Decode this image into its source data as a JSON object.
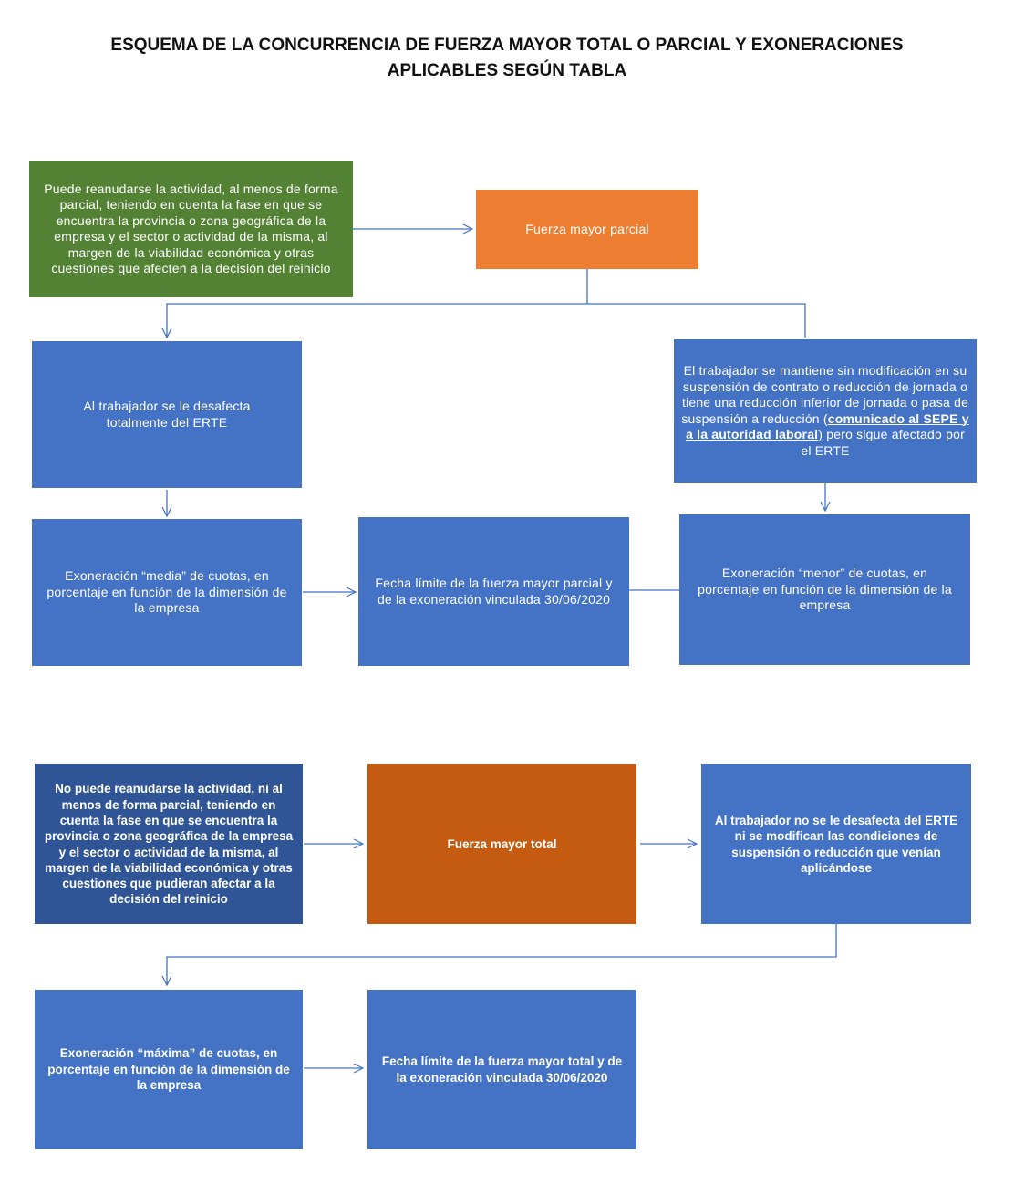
{
  "title": {
    "line1": "ESQUEMA DE LA CONCURRENCIA DE FUERZA MAYOR TOTAL O PARCIAL Y EXONERACIONES",
    "line2": "APLICABLES SEGÚN TABLA"
  },
  "colors": {
    "green": "#548235",
    "orange_light": "#ed7d31",
    "orange_dark": "#c55a11",
    "blue": "#4472c4",
    "blue_dark": "#2f5597",
    "arrow": "#4472c4"
  },
  "partial": {
    "condition": "Puede reanudarse la actividad, al menos de forma parcial, teniendo en cuenta la fase en que se encuentra la provincia o zona geográfica de la empresa y el sector o actividad de la misma, al margen de la viabilidad económica y otras cuestiones que afecten a la decisión del reinicio",
    "fuerza": "Fuerza mayor parcial",
    "left_outcome": "Al trabajador se le desafecta totalmente del ERTE",
    "right_outcome_pre": "El trabajador se mantiene sin modificación en su suspensión de contrato o  reducción de jornada o tiene una reducción inferior de jornada o pasa de suspensión a reducción (",
    "right_outcome_link": "comunicado al SEPE y a la autoridad laboral",
    "right_outcome_post": ") pero sigue afectado por el ERTE",
    "exon_media": "Exoneración “media” de cuotas, en porcentaje en función de la dimensión de la empresa",
    "fecha": "Fecha límite de la fuerza mayor parcial y de la exoneración vinculada 30/06/2020",
    "exon_menor": "Exoneración “menor” de cuotas, en porcentaje en función de la dimensión de la empresa"
  },
  "total": {
    "condition": "No puede reanudarse la actividad, ni al menos de forma parcial, teniendo en cuenta la fase en que se encuentra la provincia o zona geográfica de la empresa y el sector o actividad de la misma, al margen de la viabilidad económica y otras cuestiones que pudieran afectar a la decisión del reinicio",
    "fuerza": "Fuerza mayor total",
    "outcome": "Al trabajador no se le desafecta del ERTE ni se modifican las condiciones de suspensión o reducción que venían aplicándose",
    "exon_maxima": "Exoneración “máxima” de cuotas, en porcentaje en función de la dimensión de la empresa",
    "fecha": "Fecha límite de la fuerza mayor total y de la exoneración vinculada 30/06/2020"
  }
}
